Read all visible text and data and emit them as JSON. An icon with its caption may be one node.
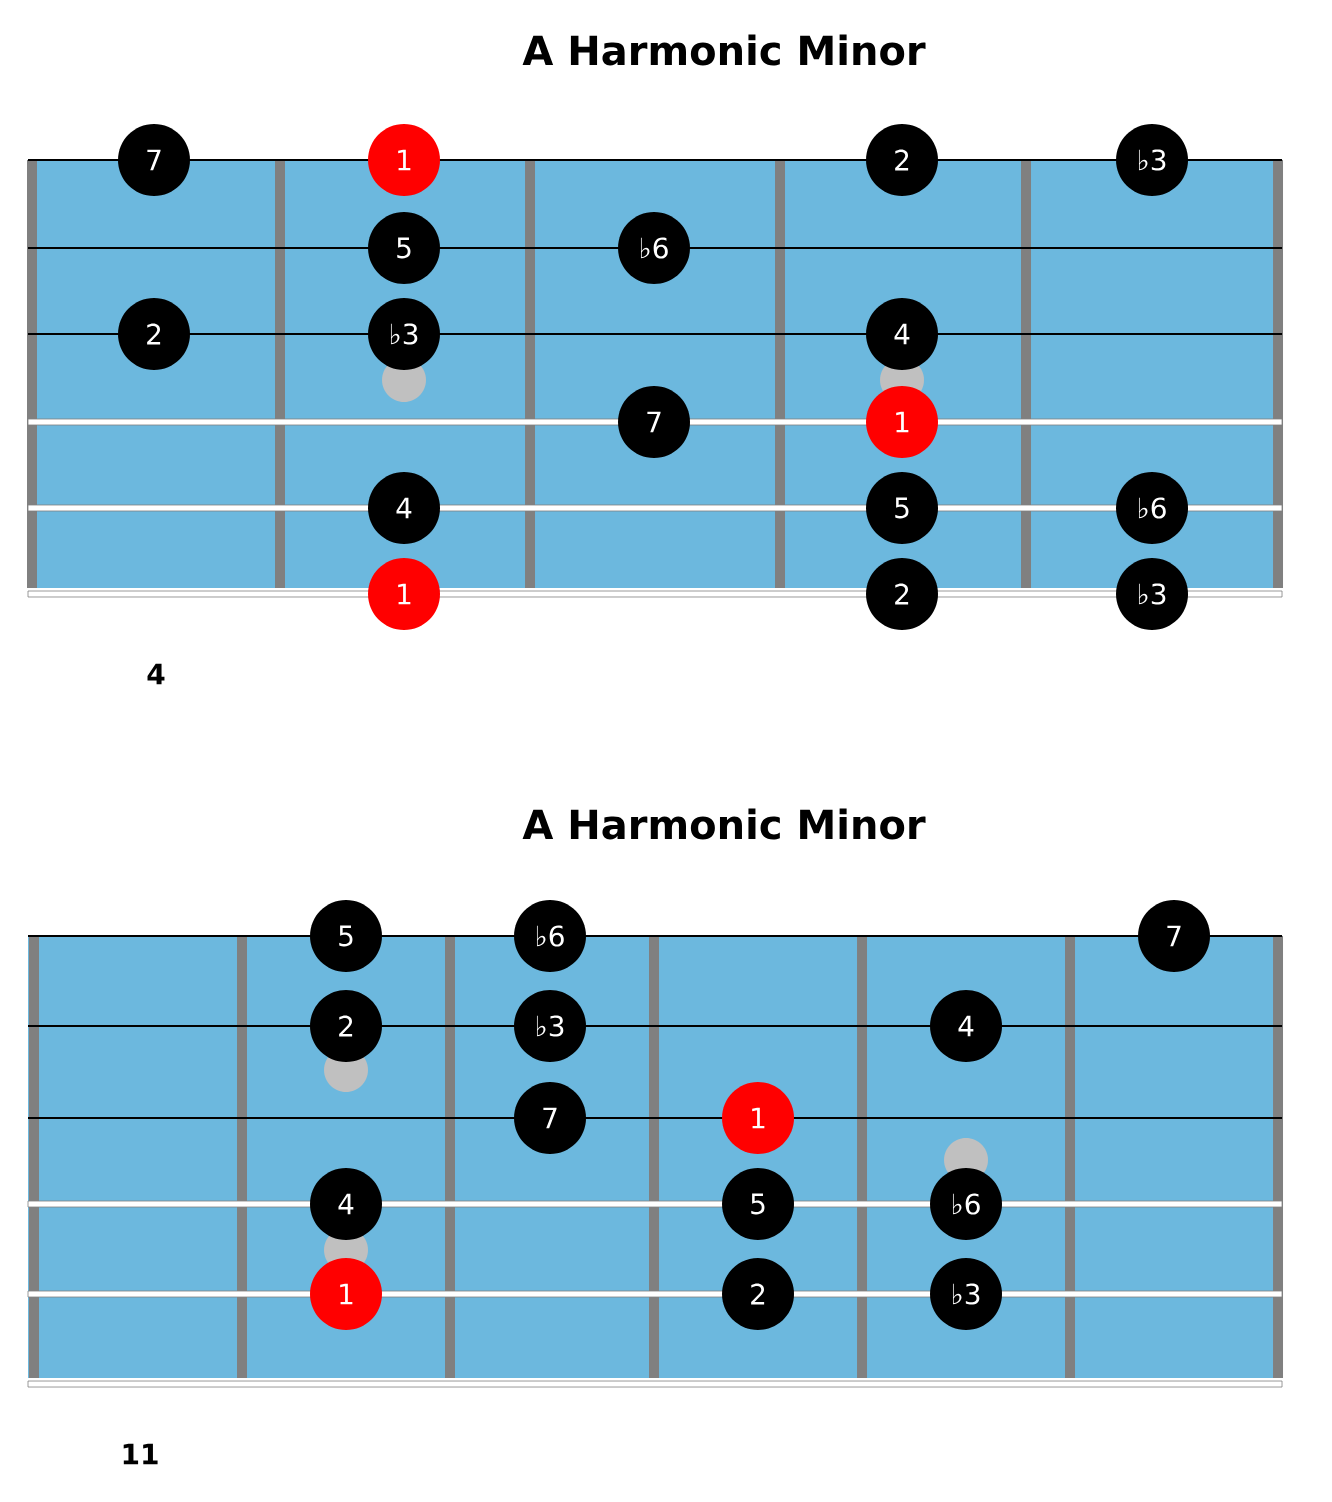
{
  "diagram": {
    "nodes": [
      {
        "text": [
          "7"
        ]
      },
      {
        "text": [
          "1"
        ]
      },
      {
        "text": [
          "2"
        ]
      },
      {
        "text": [
          "♭3"
        ]
      },
      {
        "text": [
          "5"
        ]
      },
      {
        "text": [
          "♭6"
        ]
      },
      {
        "text": [
          "2"
        ]
      },
      {
        "text": [
          "♭3"
        ]
      },
      {
        "text": [
          "4"
        ]
      },
      {
        "text": [
          "7"
        ]
      },
      {
        "text": [
          "1"
        ]
      },
      {
        "text": [
          "4"
        ]
      },
      {
        "text": [
          "5"
        ]
      },
      {
        "text": [
          "♭6"
        ]
      },
      {
        "text": [
          "1"
        ]
      },
      {
        "text": [
          "2"
        ]
      },
      {
        "text": [
          "♭3"
        ]
      },
      {
        "text": [
          "5"
        ]
      },
      {
        "text": [
          "♭6"
        ]
      },
      {
        "text": [
          "7"
        ]
      },
      {
        "text": [
          "2"
        ]
      },
      {
        "text": [
          "♭3"
        ]
      },
      {
        "text": [
          "4"
        ]
      },
      {
        "text": [
          "7"
        ]
      },
      {
        "text": [
          "1"
        ]
      },
      {
        "text": [
          "4"
        ]
      },
      {
        "text": [
          "5"
        ]
      },
      {
        "text": [
          "♭6"
        ]
      },
      {
        "text": [
          "1"
        ]
      },
      {
        "text": [
          "2"
        ]
      },
      {
        "text": [
          "♭3"
        ]
      }
    ],
    "labels": [
      "A Harmonic Minor",
      "4",
      "A Harmonic Minor",
      "11"
    ]
  }
}
